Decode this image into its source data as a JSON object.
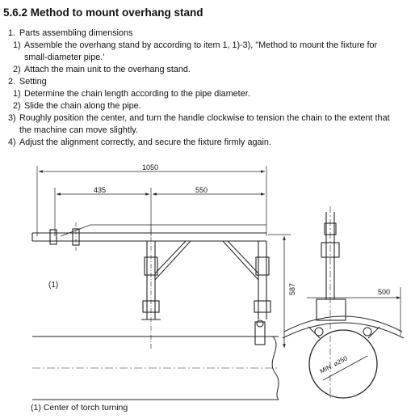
{
  "heading": "5.6.2 Method to mount overhang stand",
  "steps": [
    {
      "num": "1.",
      "text": "Parts assembling dimensions"
    },
    {
      "num": "1)",
      "text": "Assemble the overhang stand by according to item 1, 1)-3), \"Method to mount the fixture for"
    },
    {
      "num": "",
      "text": "small-diameter pipe.'"
    },
    {
      "num": "2)",
      "text": "Attach the main unit to the overhang stand."
    },
    {
      "num": "2.",
      "text": "Setting"
    },
    {
      "num": "1)",
      "text": "Determine the chain length according to the pipe diameter."
    },
    {
      "num": "2)",
      "text": "Slide the chain along the pipe."
    },
    {
      "num": "3)",
      "text": "Roughly position the center, and turn the handle clockwise to tension the chain to the extent that"
    },
    {
      "num": "",
      "text": "the machine can move slightly."
    },
    {
      "num": "4)",
      "text": "Adjust the alignment correctly, and secure the fixture firmly again."
    }
  ],
  "drawing": {
    "dim_total": "1050",
    "dim_left": "435",
    "dim_right": "550",
    "dim_height": "587",
    "dim_side": "500",
    "callout": "(1)",
    "pipe_label": "MIN. ⌀250"
  },
  "caption": "(1) Center of torch turning"
}
